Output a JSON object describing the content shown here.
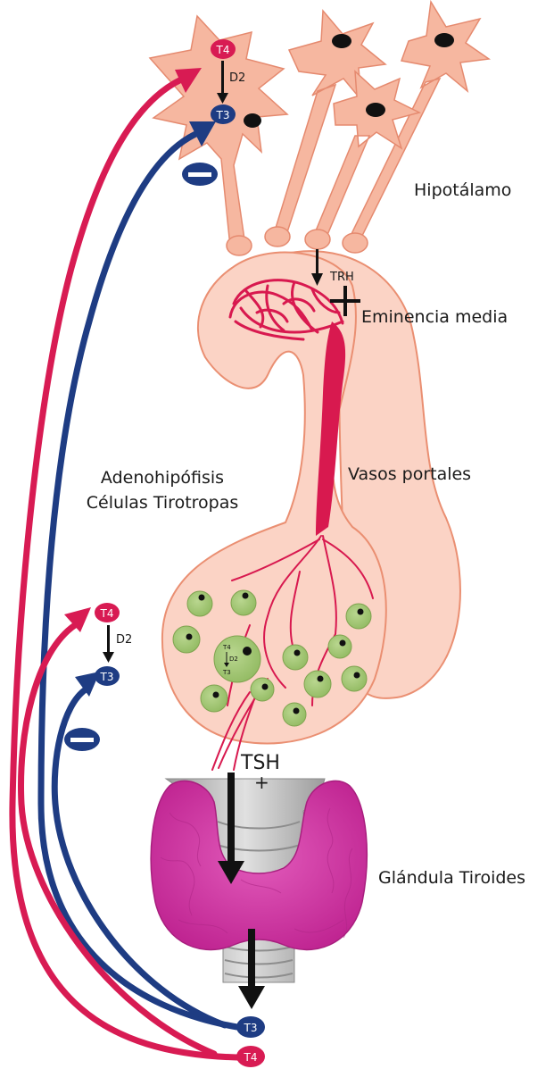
{
  "labels": {
    "hipotalamo": "Hipotálamo",
    "eminencia_media": "Eminencia media",
    "vasos_portales": "Vasos portales",
    "adenohipofisis_line1": "Adenohipófisis",
    "adenohipofisis_line2": "Células Tirotropas",
    "glandula_tiroides": "Glándula Tiroides",
    "trh": "TRH",
    "tsh": "TSH",
    "tsh_plus": "+",
    "d2_hypothalamus": "D2",
    "d2_pituitary": "D2",
    "d2_cell": "D2"
  },
  "hormones": {
    "t4": "T4",
    "t3": "T3"
  },
  "colors": {
    "t4_red": "#d81b53",
    "t3_blue": "#1e3c83",
    "neuron": "#f6b7a0",
    "pituitary": "#fbd3c5",
    "vessel": "#d8194f",
    "cell_green": "#a6c97a",
    "thyroid": "#d63aa8",
    "trachea": "#bdbdbd"
  }
}
